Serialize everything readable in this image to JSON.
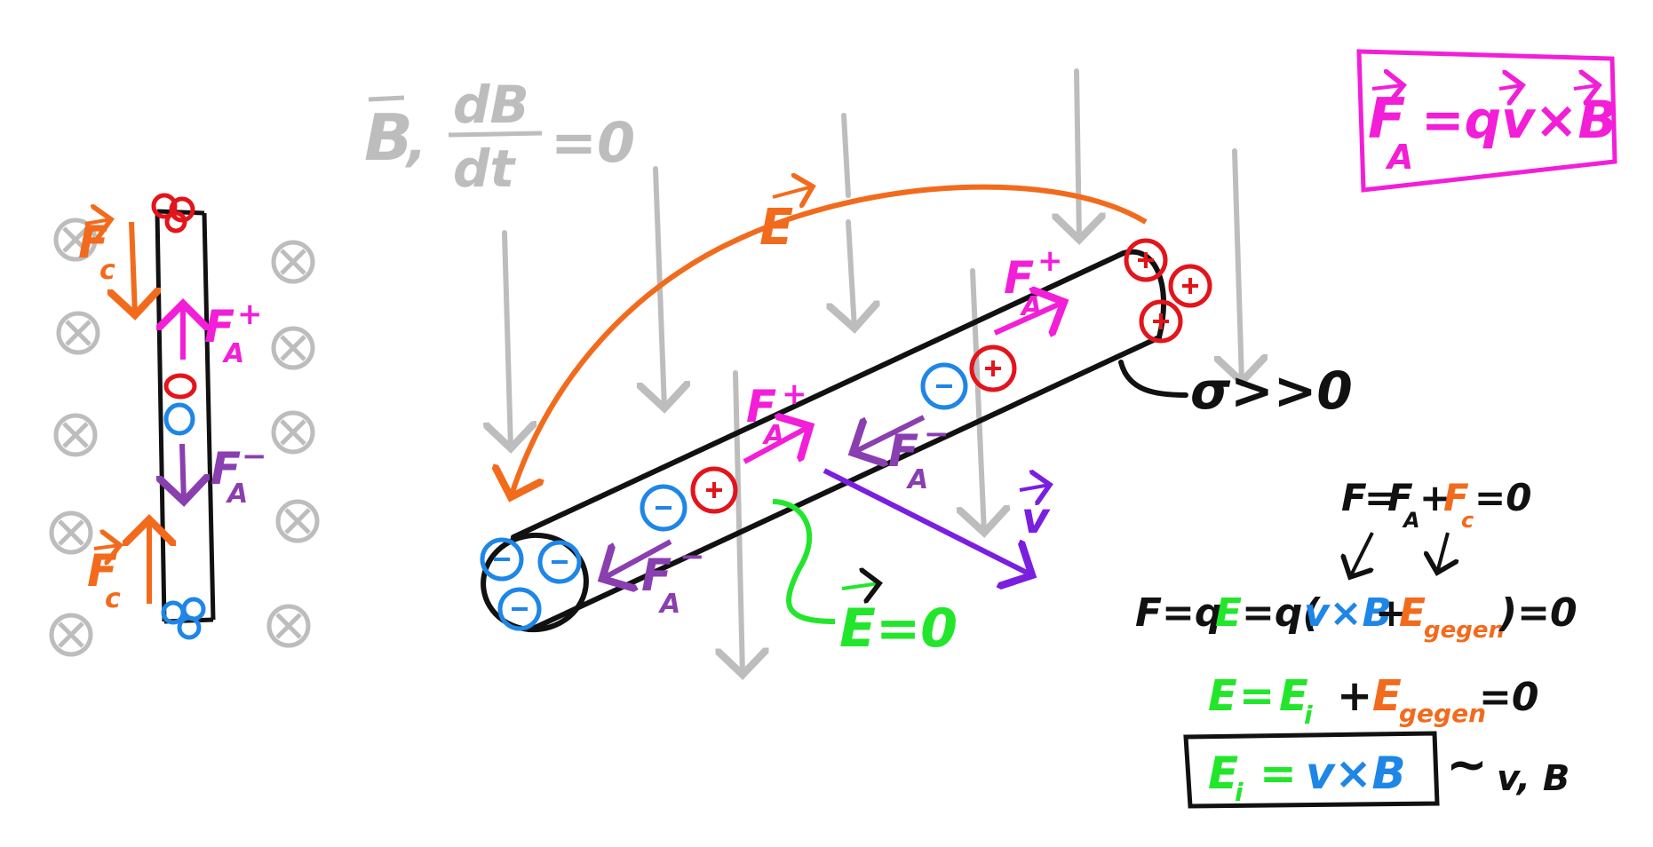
{
  "colors": {
    "black": "#111111",
    "gray": "#bdbdbd",
    "orange": "#f26b1d",
    "magenta": "#f21ed8",
    "purple": "#8a3fb0",
    "red": "#e3141b",
    "blue": "#1e86e6",
    "green": "#22e62b",
    "violet": "#7a1fe0"
  },
  "icon_names": {
    "field_into_page": "circle-cross-icon",
    "positive_charge": "plus-charge-icon",
    "negative_charge": "minus-charge-icon"
  },
  "header": {
    "b_field": "B, dB/dt = 0",
    "b_vec": "B",
    "db": "dB",
    "dt": "dt",
    "eq_zero": "=0"
  },
  "lorentz_box": {
    "label": "F",
    "sub": "A",
    "rest": "=qv×B"
  },
  "side_view": {
    "fc_top": "F",
    "fc_top_sub": "c",
    "fa_plus": "F",
    "fa_plus_sub": "A",
    "fa_plus_sup": "+",
    "fa_minus": "F",
    "fa_minus_sub": "A",
    "fa_minus_sup": "−",
    "fc_bottom": "F",
    "fc_bottom_sub": "c"
  },
  "main_labels": {
    "e_field": "E",
    "fa_plus_right": "F",
    "fa_plus_right_sub": "A",
    "fa_plus_right_sup": "+",
    "fa_plus_mid": "F",
    "fa_plus_mid_sub": "A",
    "fa_plus_mid_sup": "+",
    "fa_minus_mid": "F",
    "fa_minus_mid_sub": "A",
    "fa_minus_mid_sup": "−",
    "fa_minus_left": "F",
    "fa_minus_left_sub": "A",
    "fa_minus_left_sup": "−",
    "velocity": "v",
    "e_inside": "E=0",
    "sigma": "σ>>0"
  },
  "equations": {
    "eq1_lhs": "F",
    "eq1_eq": "=",
    "eq1_fa": "F",
    "eq1_fa_sub": "A",
    "eq1_plus": "+",
    "eq1_fc": "F",
    "eq1_fc_sub": "c",
    "eq1_zero": "=0",
    "eq2_lhs": "F=q",
    "eq2_e": "E",
    "eq2_eq": "=q(",
    "eq2_vxb": "v×B",
    "eq2_plus": "+",
    "eq2_egegen": "E",
    "eq2_egegen_sub": "gegen",
    "eq2_end": ")=0",
    "eq3_e": "E",
    "eq3_eq": "=",
    "eq3_ei": "E",
    "eq3_ei_sub": "i",
    "eq3_plus": "+",
    "eq3_egegen": "E",
    "eq3_egegen_sub": "gegen",
    "eq3_zero": "=0",
    "eq4_ei": "E",
    "eq4_ei_sub": "i",
    "eq4_eq": "=",
    "eq4_vxb": "v×B",
    "eq4_prop": "~",
    "eq4_vars": "v, B"
  }
}
